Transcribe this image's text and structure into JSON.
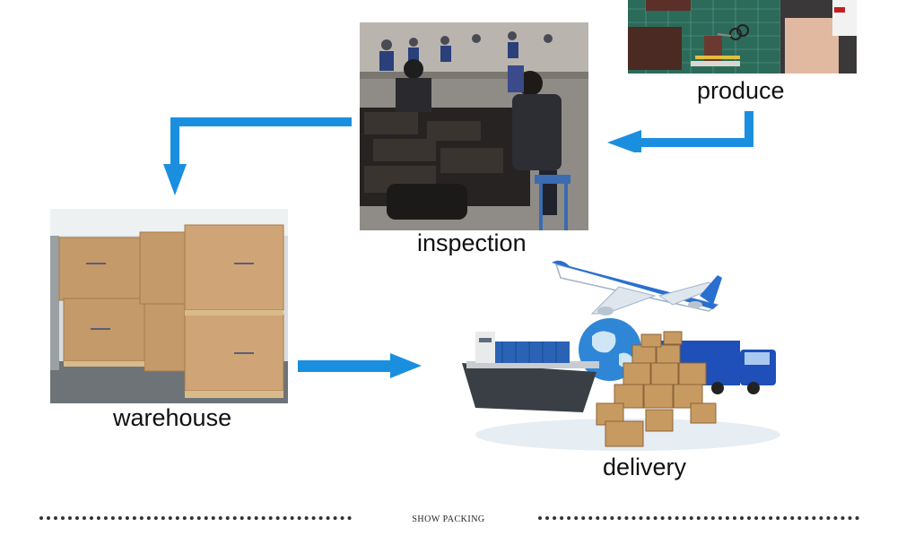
{
  "steps": {
    "produce": {
      "label": "produce"
    },
    "inspection": {
      "label": "inspection"
    },
    "warehouse": {
      "label": "warehouse"
    },
    "delivery": {
      "label": "delivery"
    }
  },
  "footer": {
    "title": "SHOW PACKING"
  },
  "colors": {
    "arrow": "#1a8fe0"
  }
}
